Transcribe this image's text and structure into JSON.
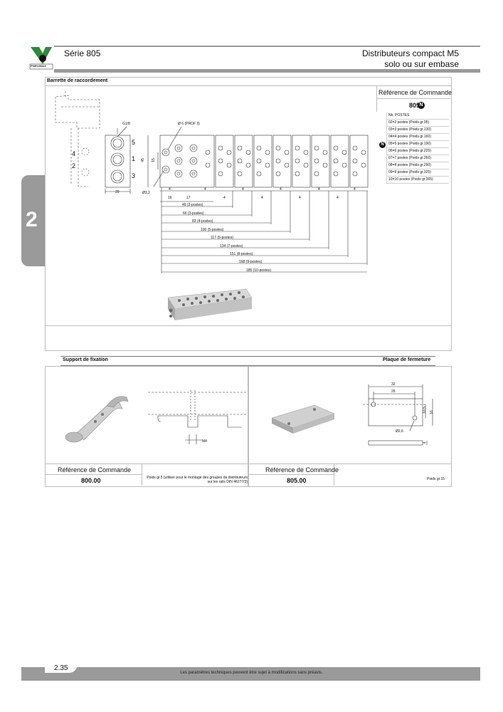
{
  "header": {
    "brand": "PNEUMAX",
    "series": "Série 805",
    "title_line1": "Distributeurs compact M5",
    "title_line2": "solo ou sur embase"
  },
  "chapter": "2",
  "section1": {
    "title": "Barrette de raccordement",
    "ref_label": "Référence de Commande",
    "ref_code": "805.",
    "n_symbol": "N",
    "positions_header": "Nb. POSTES",
    "positions": [
      "02=2 postes (Poids gr.95)",
      "03=3 postes (Poids gr.130)",
      "04=4 postes (Poids gr.160)",
      "05=5 postes (Poids gr.190)",
      "06=6 postes (Poids gr.225)",
      "07=7 postes (Poids gr.260)",
      "08=8 postes (Poids gr.290)",
      "09=9 postes (Poids gr.325)",
      "10=10 postes (Poids gr.365)"
    ],
    "drawing": {
      "port_label": "G1/8",
      "bore_label": "Ø 6 (PROF 3)",
      "hole_label": "Ø3,2",
      "port_numbers_right": [
        "5",
        "1",
        "3"
      ],
      "port_numbers_left": [
        "4",
        "2"
      ],
      "width_20": "20",
      "height_45": "45",
      "pitch_15": "15",
      "offset_4": "4",
      "dim_16": "16",
      "dim_17": "17",
      "lengths": [
        "49 (2-postes)",
        "66 (3-postes)",
        "83 (4-postes)",
        "100 (5-postes)",
        "117 (6-postes)",
        "134 (7-postes)",
        "151 (8-postes)",
        "168 (9-postes)",
        "185 (10-postes)"
      ]
    }
  },
  "section2": {
    "left_title": "Support de fixation",
    "right_title": "Plaque de fermeture",
    "bracket": {
      "dim_label": "M4",
      "ref_label": "Référence de Commande",
      "ref_code": "800.00",
      "note": "Poids gr.5 (utiliser pour le montage des groupes de distributeurs sur les rails DIN 46277/3)"
    },
    "plate": {
      "dims": [
        "32",
        "26",
        "10,5",
        "16",
        "Ø2,6",
        "4"
      ],
      "ref_label": "Référence de Commande",
      "ref_code": "805.00",
      "note": "Poids gr.15"
    }
  },
  "footer": {
    "page": "2.35",
    "disclaimer": "Les paramètres techniques peuvent être sujet à modifications sans préavis."
  }
}
